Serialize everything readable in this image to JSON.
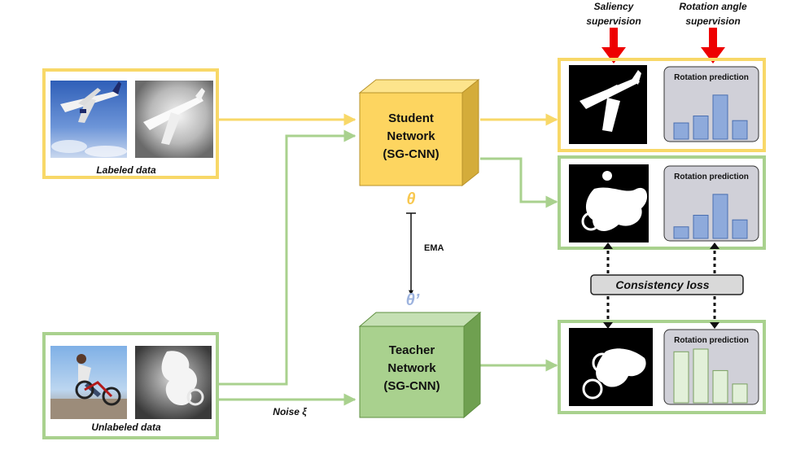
{
  "colors": {
    "labeled": "#f8d868",
    "unlabeled": "#a9d18e",
    "student_face": "#fdd560",
    "student_top": "#fde48c",
    "student_side": "#d4ac3a",
    "teacher_face": "#a9d18e",
    "teacher_top": "#c5e0b4",
    "teacher_side": "#6fa050",
    "supervision_arrow": "#ee0000",
    "bar_blue": "#8eaadb",
    "bar_green": "#e2f0d9",
    "panel_gray": "#d0d0d8",
    "theta": "#f8c850",
    "theta_prime": "#9db3de"
  },
  "labeled_data_label": "Labeled data",
  "unlabeled_data_label": "Unlabeled data",
  "student": {
    "line1": "Student",
    "line2": "Network",
    "line3": "(SG-CNN)"
  },
  "teacher": {
    "line1": "Teacher",
    "line2": "Network",
    "line3": "(SG-CNN)"
  },
  "theta": "θ",
  "theta_prime": "θ’",
  "ema_label": "EMA",
  "noise_label": "Noise ξ",
  "saliency_supervision": {
    "line1": "Saliency",
    "line2": "supervision"
  },
  "rotation_supervision": {
    "line1": "Rotation angle",
    "line2": "supervision"
  },
  "consistency_loss": "Consistency loss",
  "rotation_prediction_label": "Rotation prediction",
  "rotation_bars": {
    "output1": [
      0.35,
      0.5,
      0.95,
      0.4
    ],
    "output2": [
      0.25,
      0.5,
      0.95,
      0.4
    ],
    "output3": [
      0.95,
      1.0,
      0.6,
      0.35
    ]
  },
  "icons": {
    "airplane_photo": "airplane-photo",
    "airplane_depth": "airplane-depth-map",
    "bmx_photo": "bmx-photo",
    "bmx_depth": "bmx-depth-map",
    "airplane_mask": "airplane-saliency-mask",
    "bmx_mask": "bmx-saliency-mask"
  }
}
